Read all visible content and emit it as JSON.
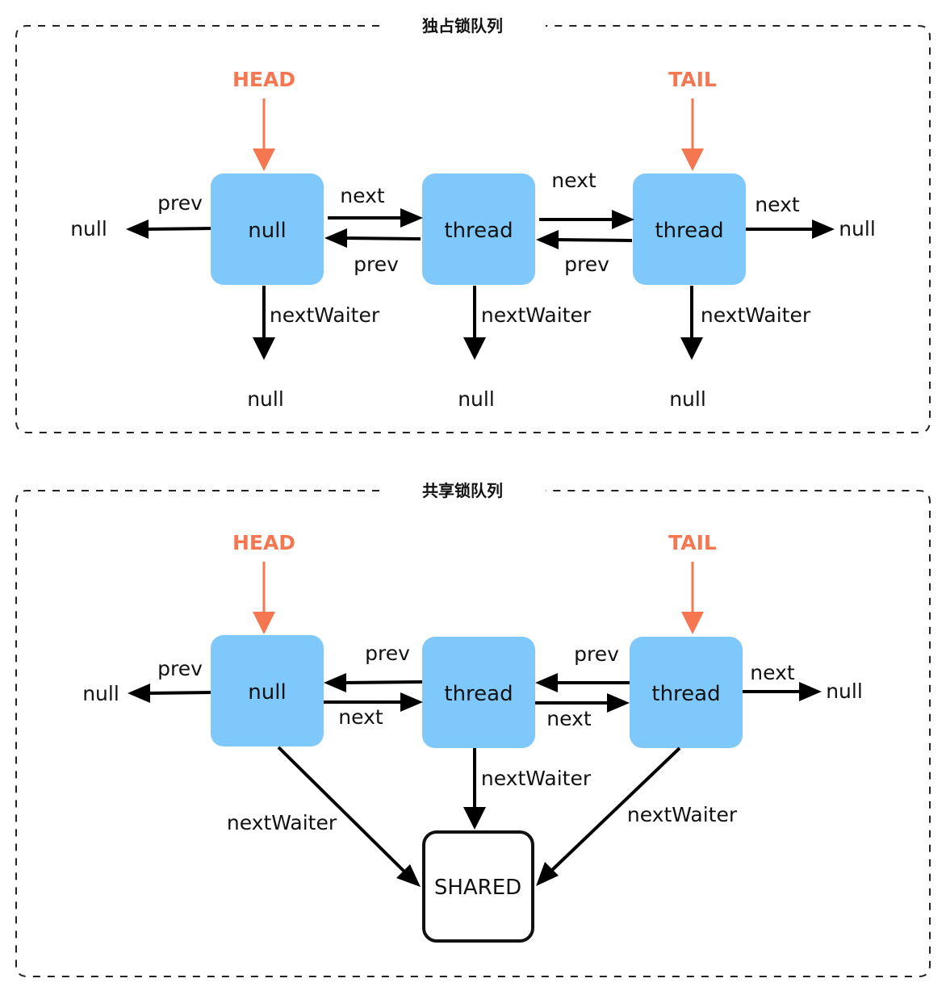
{
  "colors": {
    "node": "#7ec8fb",
    "marker": "#f47752",
    "edge": "#000000",
    "frame": "#222222"
  },
  "exclusive": {
    "title": "独占锁队列",
    "head_label": "HEAD",
    "tail_label": "TAIL",
    "nodes": [
      "null",
      "thread",
      "thread"
    ],
    "left_null": "null",
    "right_null": "null",
    "waiter_nulls": [
      "null",
      "null",
      "null"
    ],
    "prev_labels": [
      "prev",
      "prev",
      "prev"
    ],
    "next_labels": [
      "next",
      "next",
      "next"
    ],
    "waiter_labels": [
      "nextWaiter",
      "nextWaiter",
      "nextWaiter"
    ]
  },
  "shared": {
    "title": "共享锁队列",
    "head_label": "HEAD",
    "tail_label": "TAIL",
    "nodes": [
      "null",
      "thread",
      "thread"
    ],
    "left_null": "null",
    "right_null": "null",
    "shared_node": "SHARED",
    "prev_labels": [
      "prev",
      "prev",
      "prev"
    ],
    "next_labels": [
      "next",
      "next",
      "next"
    ],
    "waiter_labels": [
      "nextWaiter",
      "nextWaiter",
      "nextWaiter"
    ]
  }
}
